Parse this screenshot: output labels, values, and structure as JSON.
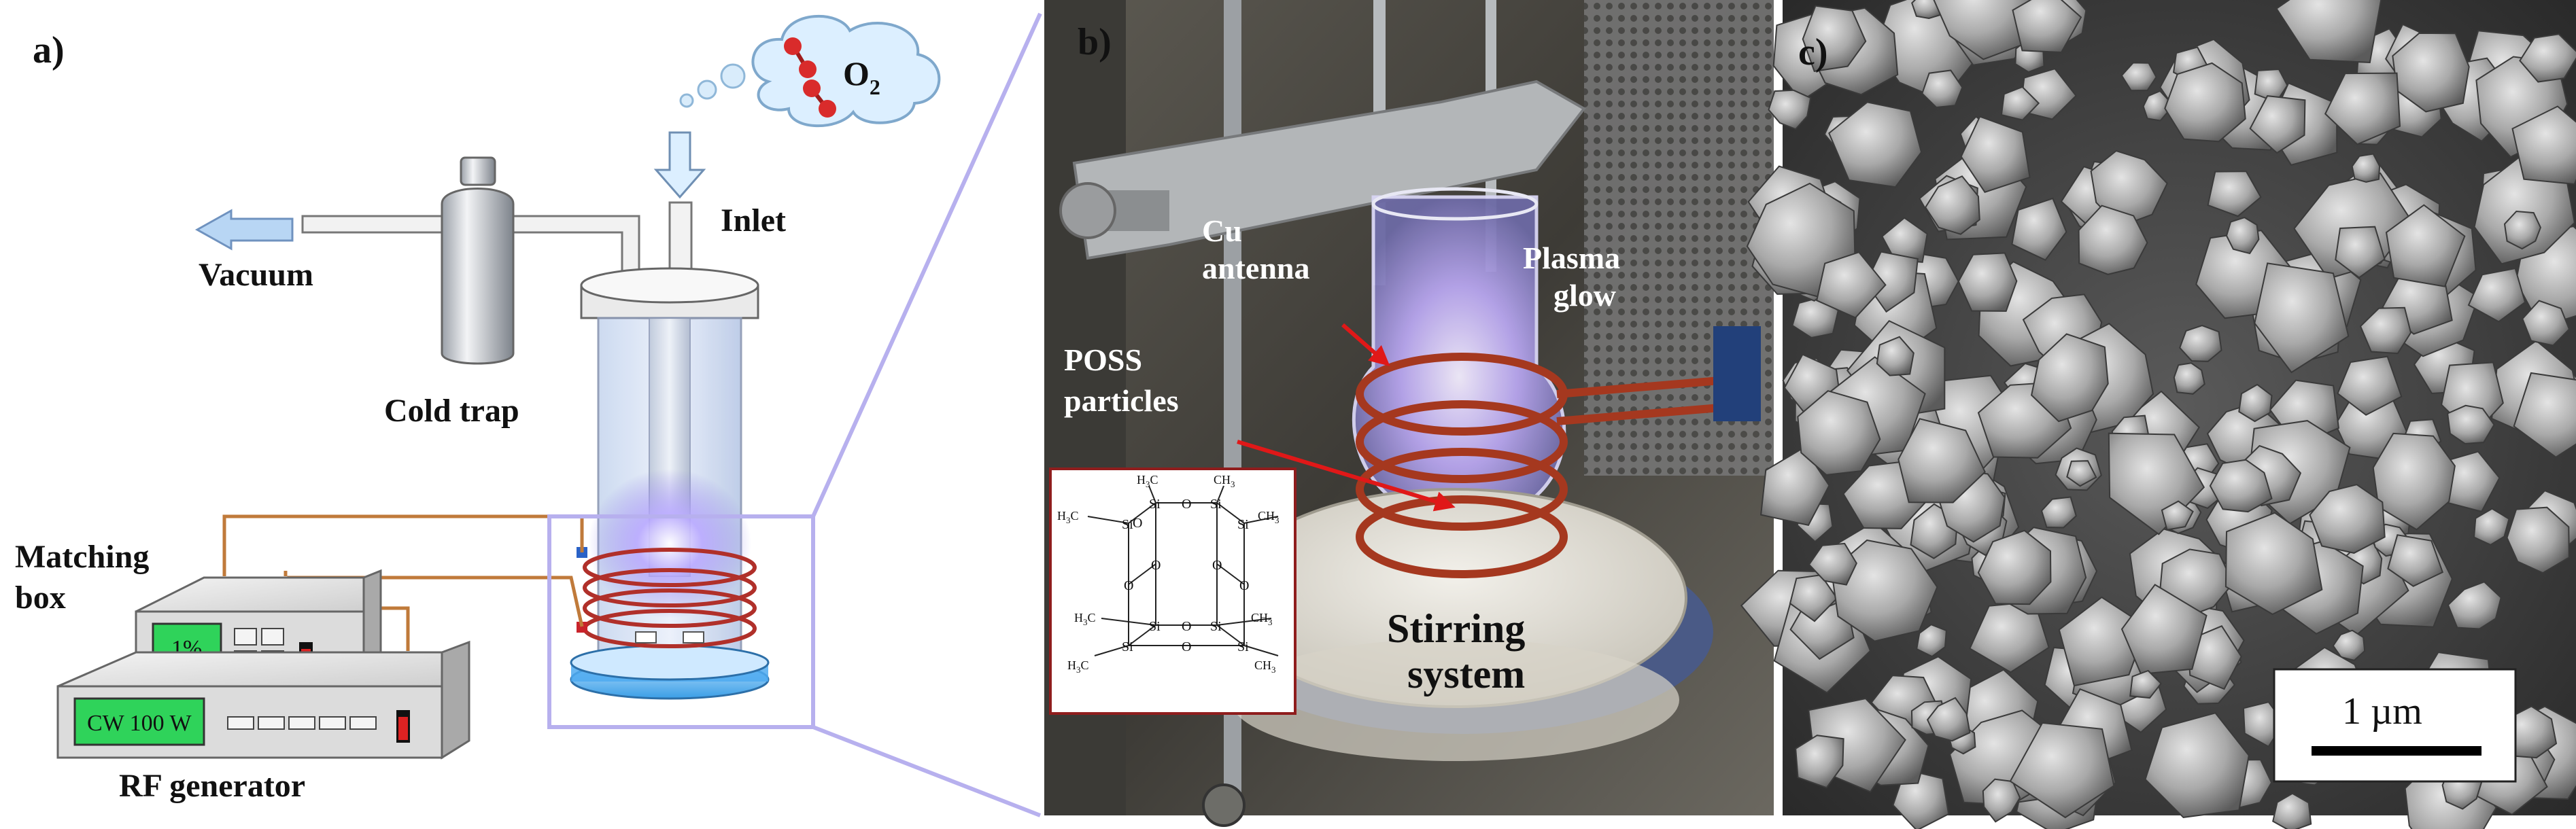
{
  "panel_a": {
    "label": "a)",
    "o2_base": "O",
    "o2_sub": "2",
    "inlet": "Inlet",
    "vacuum": "Vacuum",
    "cold_trap": "Cold trap",
    "matching_box_line1": "Matching",
    "matching_box_line2": "box",
    "matching_display": "1%",
    "rf_display": "CW 100 W",
    "rf_generator": "RF generator",
    "colors": {
      "coil": "#b0302a",
      "glow": "#9a8cf0",
      "outline": "#b7b0ee",
      "display": "#2fd35a"
    }
  },
  "panel_b": {
    "label": "b)",
    "cu_line1": "Cu",
    "cu_line2": "antenna",
    "plasma_line1": "Plasma",
    "plasma_line2": "glow",
    "poss_line1": "POSS",
    "poss_line2": "particles",
    "stirring_line1": "Stirring",
    "stirring_line2": "system",
    "structure": {
      "si": "Si",
      "o": "O",
      "ch3": "CH",
      "ch3_sub": "3",
      "h3c": "H",
      "h3c_sub": "3",
      "h3c_c": "C"
    }
  },
  "panel_c": {
    "label": "c)",
    "scale_bar": "1 µm"
  }
}
